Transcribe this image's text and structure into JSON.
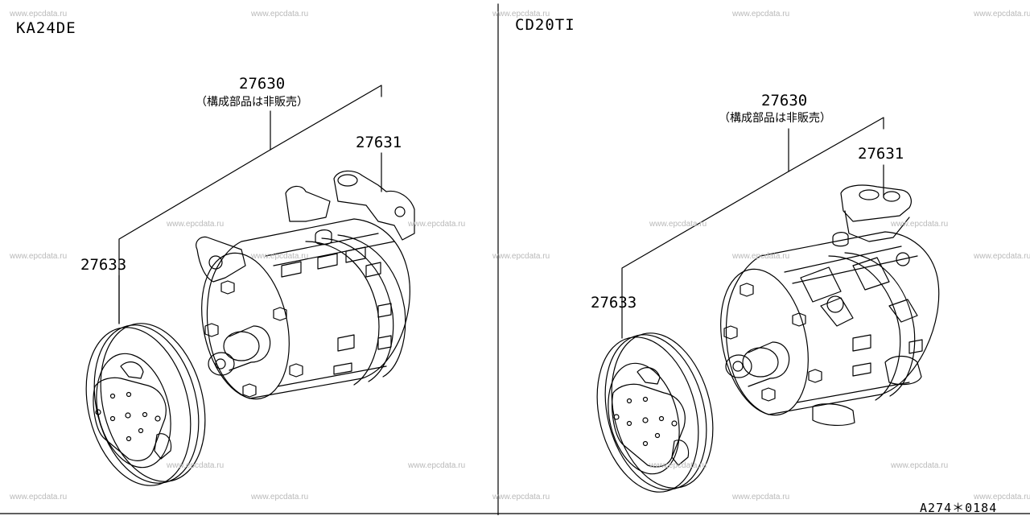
{
  "watermark": "www.epcdata.ru",
  "left": {
    "engine": "KA24DE",
    "assembly_part": "27630",
    "assembly_note": "（構成部品は非販売）",
    "compressor_part": "27631",
    "clutch_part": "27633"
  },
  "right": {
    "engine": "CD20TI",
    "assembly_part": "27630",
    "assembly_note": "（構成部品は非販売）",
    "compressor_part": "27631",
    "clutch_part": "27633"
  },
  "figure_code": "A274＊0184",
  "colors": {
    "line": "#000000",
    "watermark": "#b9b9b9",
    "background": "#ffffff"
  }
}
